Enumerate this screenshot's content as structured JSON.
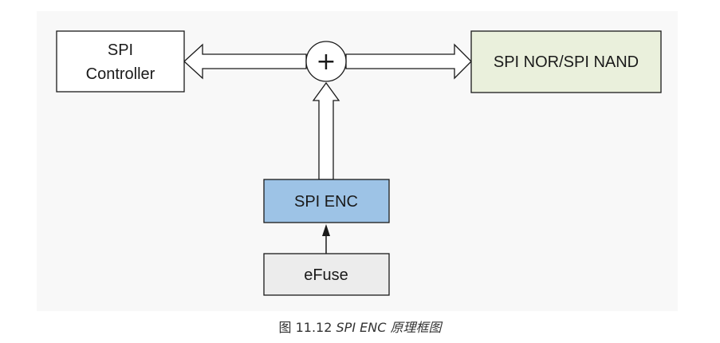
{
  "blocks": {
    "spi_controller": {
      "line1": "SPI",
      "line2": "Controller",
      "fill": "#ffffff"
    },
    "spi_flash": {
      "label": "SPI NOR/SPI NAND",
      "fill": "#eaf0dc"
    },
    "spi_enc": {
      "label": "SPI ENC",
      "fill": "#9dc3e6"
    },
    "efuse": {
      "label": "eFuse",
      "fill": "#ececec"
    }
  },
  "xor_symbol": "+",
  "caption": {
    "number": "图 11.12",
    "title": "SPI ENC 原理框图"
  }
}
